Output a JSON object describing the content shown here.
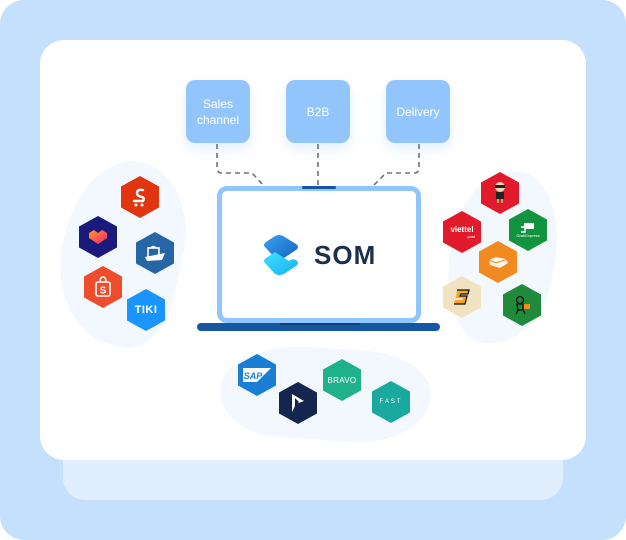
{
  "diagram": {
    "title_logo": "SOM",
    "sources": [
      {
        "label": "Sales\nchannel",
        "line1": "Sales",
        "line2": "channel"
      },
      {
        "label": "B2B"
      },
      {
        "label": "Delivery"
      }
    ],
    "sales_channels": [
      {
        "name": "Sendo",
        "icon": "sendo-icon",
        "color": "#e0350f"
      },
      {
        "name": "Lazada",
        "icon": "lazada-icon",
        "color": "#1a1a7a"
      },
      {
        "name": "Ship marketplace",
        "icon": "ship-icon",
        "color": "#2766a5"
      },
      {
        "name": "Shopee",
        "icon": "shopee-icon",
        "color": "#ee4d2d"
      },
      {
        "name": "Tiki",
        "icon": "tiki-icon",
        "color": "#1a94ff",
        "text": "TIKI"
      }
    ],
    "delivery_partners": [
      {
        "name": "Ninja Van",
        "icon": "ninja-van-icon",
        "color": "#e11b2b"
      },
      {
        "name": "Viettel Post",
        "icon": "viettel-post-icon",
        "color": "#e11b2b",
        "text": "viettel",
        "subtext": "post"
      },
      {
        "name": "GrabExpress",
        "icon": "grabexpress-icon",
        "color": "#12943f",
        "text": "GrabExpress"
      },
      {
        "name": "Box courier",
        "icon": "box-courier-icon",
        "color": "#f28a22"
      },
      {
        "name": "S courier",
        "icon": "s-courier-icon",
        "color": "#f1e2c2"
      },
      {
        "name": "Green courier",
        "icon": "green-courier-icon",
        "color": "#1e8a3a"
      }
    ],
    "erp_systems": [
      {
        "name": "SAP",
        "icon": "sap-icon",
        "color": "#1a7fd4",
        "text": "SAP"
      },
      {
        "name": "Microsoft Dynamics",
        "icon": "dynamics-icon",
        "color": "#14264f"
      },
      {
        "name": "BRAVO",
        "icon": "bravo-icon",
        "color": "#1fb08c",
        "text": "BRAVO"
      },
      {
        "name": "FAST",
        "icon": "fast-icon",
        "color": "#1aa99e",
        "text": "FAST"
      }
    ]
  }
}
